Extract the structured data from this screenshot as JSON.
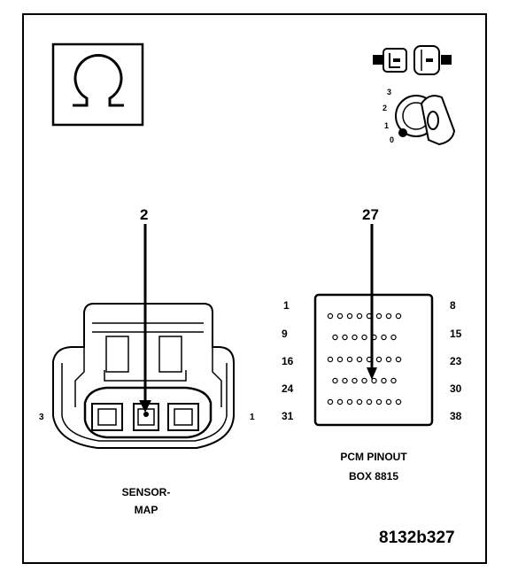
{
  "connector": {
    "callout_pin": "2",
    "pin_left": "3",
    "pin_right": "1",
    "name_line1": "SENSOR-",
    "name_line2": "MAP"
  },
  "pcm": {
    "callout_pin": "27",
    "rows": [
      {
        "left": "1",
        "right": "8"
      },
      {
        "left": "9",
        "right": "15"
      },
      {
        "left": "16",
        "right": "23"
      },
      {
        "left": "24",
        "right": "30"
      },
      {
        "left": "31",
        "right": "38"
      }
    ],
    "caption_line1": "PCM PINOUT",
    "caption_line2": "BOX 8815"
  },
  "ignition_switch": {
    "positions": [
      "3",
      "2",
      "1",
      "0"
    ]
  },
  "figure_id": "8132b327",
  "icons": {
    "ohm": "ohmmeter-icon",
    "disconnect": "connector-disconnected-icon",
    "ignition": "ignition-key-off-icon"
  }
}
